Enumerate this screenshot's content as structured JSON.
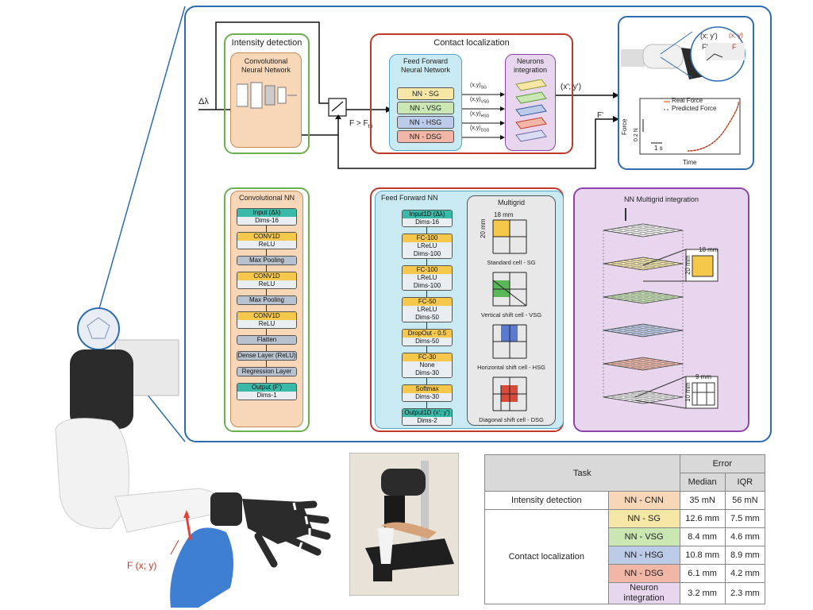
{
  "colors": {
    "main_frame": "#2e6bb0",
    "intensity": "#6ab04c",
    "contact": "#c0392b",
    "cnn_fill": "#f8d7b8",
    "ff_fill": "#c9e9f3",
    "neuron_fill": "#e7d6ee",
    "neuron_border": "#8e44ad",
    "sg": "#f6e7a7",
    "vsg": "#c9e6b3",
    "hsg": "#bccbe8",
    "dsg": "#f2b6a6"
  },
  "input_symbol": "Δλ",
  "intensity": {
    "title": "Intensity detection",
    "cnn_title": "Convolutional\nNeural Network"
  },
  "switch_label": "F > F",
  "switch_sub": "th",
  "contact": {
    "title": "Contact localization",
    "ff_title": "Feed Forward\nNeural Network",
    "neuron_title": "Neurons\nintegration",
    "nns": [
      {
        "label": "NN - SG",
        "out": "(x,y)",
        "sub": "SG"
      },
      {
        "label": "NN - VSG",
        "out": "(x,y)",
        "sub": "VSG"
      },
      {
        "label": "NN - HSG",
        "out": "(x,y)",
        "sub": "HSG"
      },
      {
        "label": "NN - DSG",
        "out": "(x,y)",
        "sub": "DSG"
      }
    ],
    "output": "(x'; y')",
    "force_out": "F'"
  },
  "result": {
    "coord": "(x; y')",
    "coord2": "(x; y)",
    "f_prime": "F'",
    "f": "F",
    "legend_real": "Real Force",
    "legend_pred": "Predicted Force",
    "ylabel": "Force",
    "scale_y": "0.2 N",
    "scale_x": "1 s",
    "xlabel": "Time"
  },
  "cnn_arch": {
    "title": "Convolutional NN",
    "layers": [
      [
        "Input (Δλ)",
        "Dims-16"
      ],
      [
        "CONV1D",
        "ReLU"
      ],
      [
        "Max Pooling"
      ],
      [
        "CONV1D",
        "ReLU"
      ],
      [
        "Max Pooling"
      ],
      [
        "CONV1D",
        "ReLU"
      ],
      [
        "Flatten"
      ],
      [
        "Dense Layer (ReLU)"
      ],
      [
        "Regression Layer"
      ],
      [
        "Output (F')",
        "Dims-1"
      ]
    ]
  },
  "ff_arch": {
    "title": "Feed Forward NN",
    "layers": [
      [
        "Input1D (Δλ)",
        "Dims-16"
      ],
      [
        "FC-100",
        "LReLU",
        "Dims-100"
      ],
      [
        "FC-100",
        "LReLU",
        "Dims-100"
      ],
      [
        "FC-50",
        "LReLU",
        "Dims-50"
      ],
      [
        "DropOut - 0.5",
        "Dims-50"
      ],
      [
        "FC-30",
        "None",
        "Dims-30"
      ],
      [
        "Softmax",
        "Dims-30"
      ],
      [
        "Output1D (x'; y')",
        "Dims-2"
      ]
    ]
  },
  "multigrid": {
    "title": "Multigrid",
    "width_label": "18 mm",
    "height_label": "20 mm",
    "cells": [
      "Standard cell - SG",
      "Vertical shift cell - VSG",
      "Horizontal shift cell - HSG",
      "Diagonal shift cell - DSG"
    ]
  },
  "nn_integration": {
    "title": "NN Multigrid integration",
    "w1": "18 mm",
    "h1": "20 mm",
    "w2": "9 mm",
    "h2": "10 mm"
  },
  "force_label": "F (x; y)",
  "table": {
    "task_header": "Task",
    "error_header": "Error",
    "median_header": "Median",
    "iqr_header": "IQR",
    "rows": [
      {
        "task": "Intensity detection",
        "model": "NN - CNN",
        "median": "35 mN",
        "iqr": "56 mN"
      },
      {
        "task": "Contact localization",
        "model": "NN - SG",
        "median": "12.6 mm",
        "iqr": "7.5 mm"
      },
      {
        "task": "",
        "model": "NN - VSG",
        "median": "8.4 mm",
        "iqr": "4.6  mm"
      },
      {
        "task": "",
        "model": "NN - HSG",
        "median": "10.8 mm",
        "iqr": "8.9 mm"
      },
      {
        "task": "",
        "model": "NN - DSG",
        "median": "6.1 mm",
        "iqr": "4.2 mm"
      },
      {
        "task": "",
        "model": "Neuron\nintegration",
        "median": "3.2 mm",
        "iqr": "2.3 mm"
      }
    ]
  }
}
